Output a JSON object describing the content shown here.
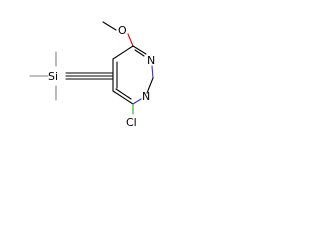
{
  "molecule": {
    "atoms": {
      "oxygen": "O",
      "nitrogen_top": "N",
      "nitrogen_bottom": "N",
      "chlorine": "Cl",
      "silicon": "Si"
    }
  },
  "colors": {
    "bond": "#000000",
    "oxygen": "#e00000",
    "nitrogen": "#3030e0",
    "chlorine": "#20b020",
    "silicon": "#808080"
  }
}
